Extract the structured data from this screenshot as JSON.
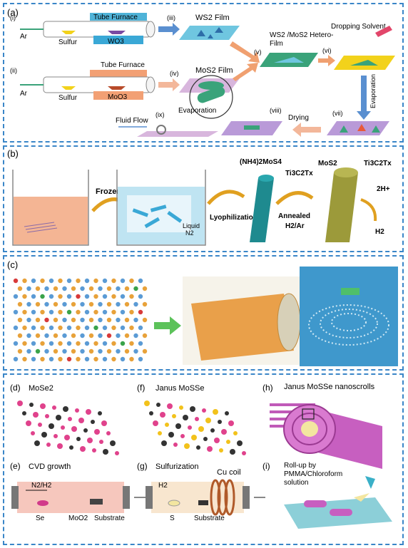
{
  "panel_a": {
    "label": "(a)",
    "steps": [
      "(i)",
      "(ii)",
      "(iii)",
      "(iv)",
      "(v)",
      "(vi)",
      "(vii)",
      "(viii)",
      "(ix)"
    ],
    "furnace_top": "Tube Furnace",
    "furnace_bottom": "Tube Furnace",
    "ar_top": "Ar",
    "ar_bottom": "Ar",
    "sulfur_top": "Sulfur",
    "sulfur_bottom": "Sulfur",
    "precursor_top": "WO3",
    "precursor_bottom": "MoO3",
    "ws2_film": "WS2 Film",
    "mos2_film": "MoS2 Film",
    "hetero_film_1": "WS2 /MoS2 Hetero-",
    "hetero_film_2": "Film",
    "dropping_solvent": "Dropping Solvent",
    "evaporation_vertical": "Evaporation",
    "drying": "Drying",
    "evaporation": "Evaporation",
    "fluid_flow": "Fluid Flow"
  },
  "panel_b": {
    "label": "(b)",
    "frozen": "Frozen",
    "lyophilization": "Lyophilization",
    "liquid": "Liquid",
    "n2": "N2",
    "nh4mos4": "(NH4)2MoS4",
    "ti3c2tx_1": "Ti3C2Tx",
    "annealed": "Annealed",
    "h2ar": "H2/Ar",
    "mos2": "MoS2",
    "ti3c2tx_2": "Ti3C2Tx",
    "h_plus": "2H+",
    "h2": "H2"
  },
  "panel_c": {
    "label": "(c)"
  },
  "panel_bottom": {
    "d_label": "(d)",
    "d_title": "MoSe2",
    "f_label": "(f)",
    "f_title": "Janus MoSSe",
    "h_label": "(h)",
    "h_title": "Janus MoSSe nanoscrolls",
    "e_label": "(e)",
    "e_title": "CVD growth",
    "e_gas": "N2/H2",
    "e_se": "Se",
    "e_moo2": "MoO2",
    "e_substrate": "Substrate",
    "g_label": "(g)",
    "g_title": "Sulfurization",
    "g_gas": "H2",
    "g_s": "S",
    "g_substrate": "Substrate",
    "g_coil": "Cu coil",
    "i_label": "(i)",
    "i_title_1": "Roll-up by",
    "i_title_2": "PMMA/Chloroform",
    "i_title_3": "solution"
  },
  "colors": {
    "frame": "#3a86c8",
    "arrow_orange": "#f0a070",
    "film_blue": "#6fc6e0",
    "film_green": "#3aa37a"
  }
}
